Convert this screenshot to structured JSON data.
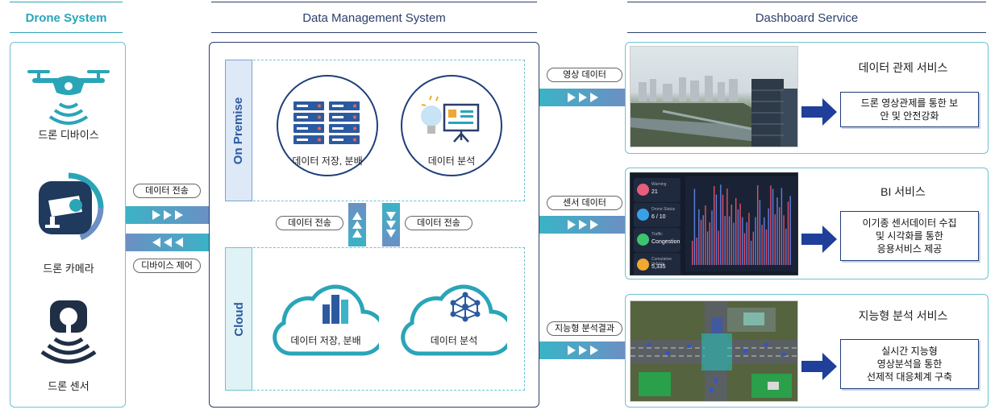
{
  "columns": {
    "drone": "Drone System",
    "dms": "Data Management System",
    "dashboard": "Dashboard Service"
  },
  "drone_devices": {
    "device": "드론 디바이스",
    "camera": "드론 카메라",
    "sensor": "드론 센서"
  },
  "links_left": {
    "transmit": "데이터 전송",
    "control": "디바이스 제어"
  },
  "dms": {
    "on_premise": "On Premise",
    "cloud": "Cloud",
    "storage": "데이터 저장, 분배",
    "analysis": "데이터 분석",
    "cloud_storage": "데이터 저장, 분배",
    "cloud_analysis": "데이터 분석",
    "transfer_up": "데이터 전송",
    "transfer_down": "데이터 전송"
  },
  "links_right": {
    "video": "영상 데이터",
    "sensor": "센서 데이터",
    "intel": "지능형 분석결과"
  },
  "services": [
    {
      "title": "데이터 관제 서비스",
      "desc_lines": [
        "드론 영상관제를 통한 보",
        "안 및 안전강화"
      ]
    },
    {
      "title": "BI 서비스",
      "desc_lines": [
        "이기종 센서데이터 수집",
        "및 시각화를 통한",
        "응용서비스 제공"
      ]
    },
    {
      "title": "지능형 분석 서비스",
      "desc_lines": [
        "실시간 지능형",
        "영상분석을 통한",
        "선제적 대응체계 구축"
      ]
    }
  ],
  "bi_cards": [
    {
      "label": "Warning",
      "value": "21",
      "color": "#e85d7c"
    },
    {
      "label": "Drone Status",
      "value": "6 / 10",
      "color": "#3aa0e8"
    },
    {
      "label": "Traffic",
      "value": "Congestion",
      "color": "#3ec46d"
    },
    {
      "label": "Cumulative Vehicle",
      "value": "5,335",
      "color": "#f0a830"
    }
  ],
  "colors": {
    "teal": "#2aa5b8",
    "navy": "#1f3f7a",
    "band_start": "#3ab3c6",
    "band_end": "#6c8fc4"
  }
}
